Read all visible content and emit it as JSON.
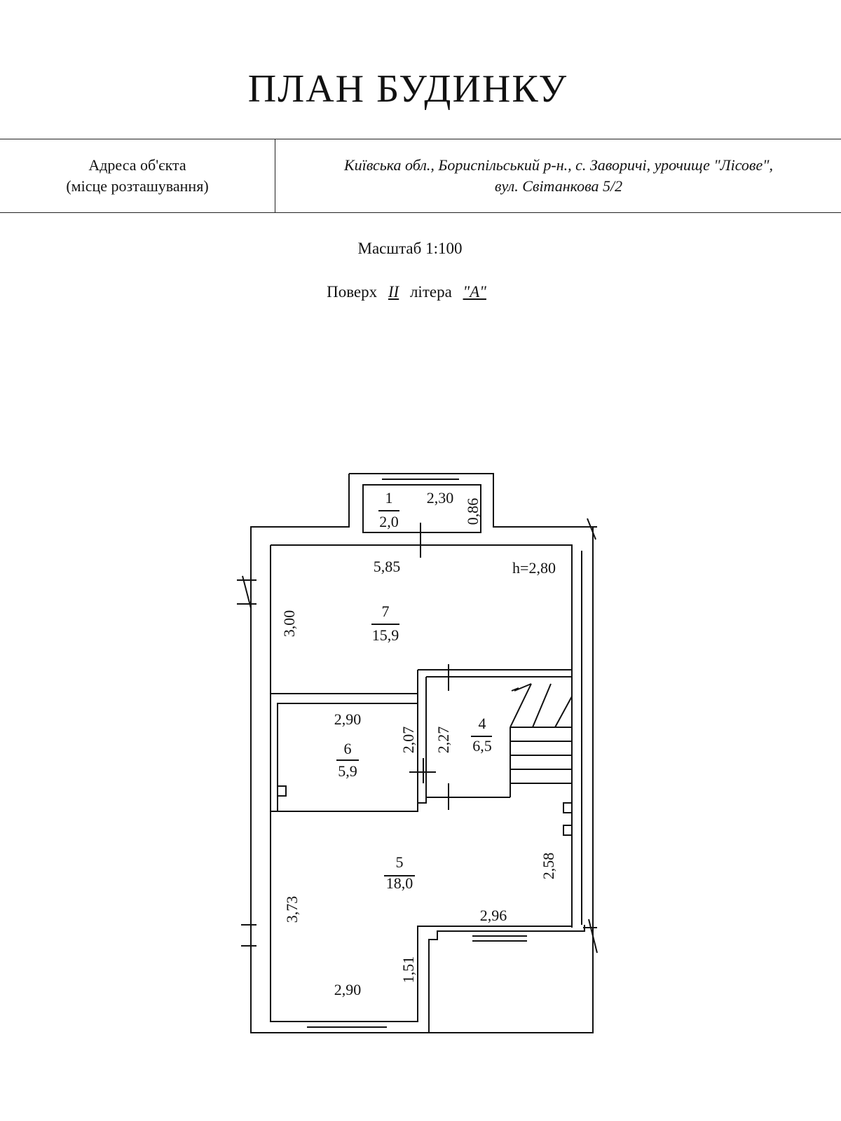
{
  "title": "ПЛАН БУДИНКУ",
  "address": {
    "label_line1": "Адреса об'єкта",
    "label_line2": "(місце розташування)",
    "value_line1": "Київська обл., Бориспільський р-н., с. Заворичі, урочище \"Лісове\",",
    "value_line2": "вул. Світанкова 5/2"
  },
  "scale": "Масштаб 1:100",
  "floor": {
    "prefix": "Поверх",
    "number": "II",
    "litera_label": "літера",
    "litera_value": "\"А\""
  },
  "plan": {
    "height_label": "h=2,80",
    "rooms": [
      {
        "number": "1",
        "area": "2,0"
      },
      {
        "number": "7",
        "area": "15,9"
      },
      {
        "number": "4",
        "area": "6,5"
      },
      {
        "number": "6",
        "area": "5,9"
      },
      {
        "number": "5",
        "area": "18,0"
      }
    ],
    "dimensions": {
      "room1_width": "2,30",
      "room1_depth": "0,86",
      "room7_width": "5,85",
      "room7_depth": "3,00",
      "room6_width": "2,90",
      "room6_depth": "2,07",
      "room4_depth": "2,27",
      "room5_right": "2,58",
      "room5_left": "3,73",
      "room5_step_width": "2,96",
      "room5_bottom_width": "2,90",
      "room5_bottom_depth": "1,51"
    }
  }
}
